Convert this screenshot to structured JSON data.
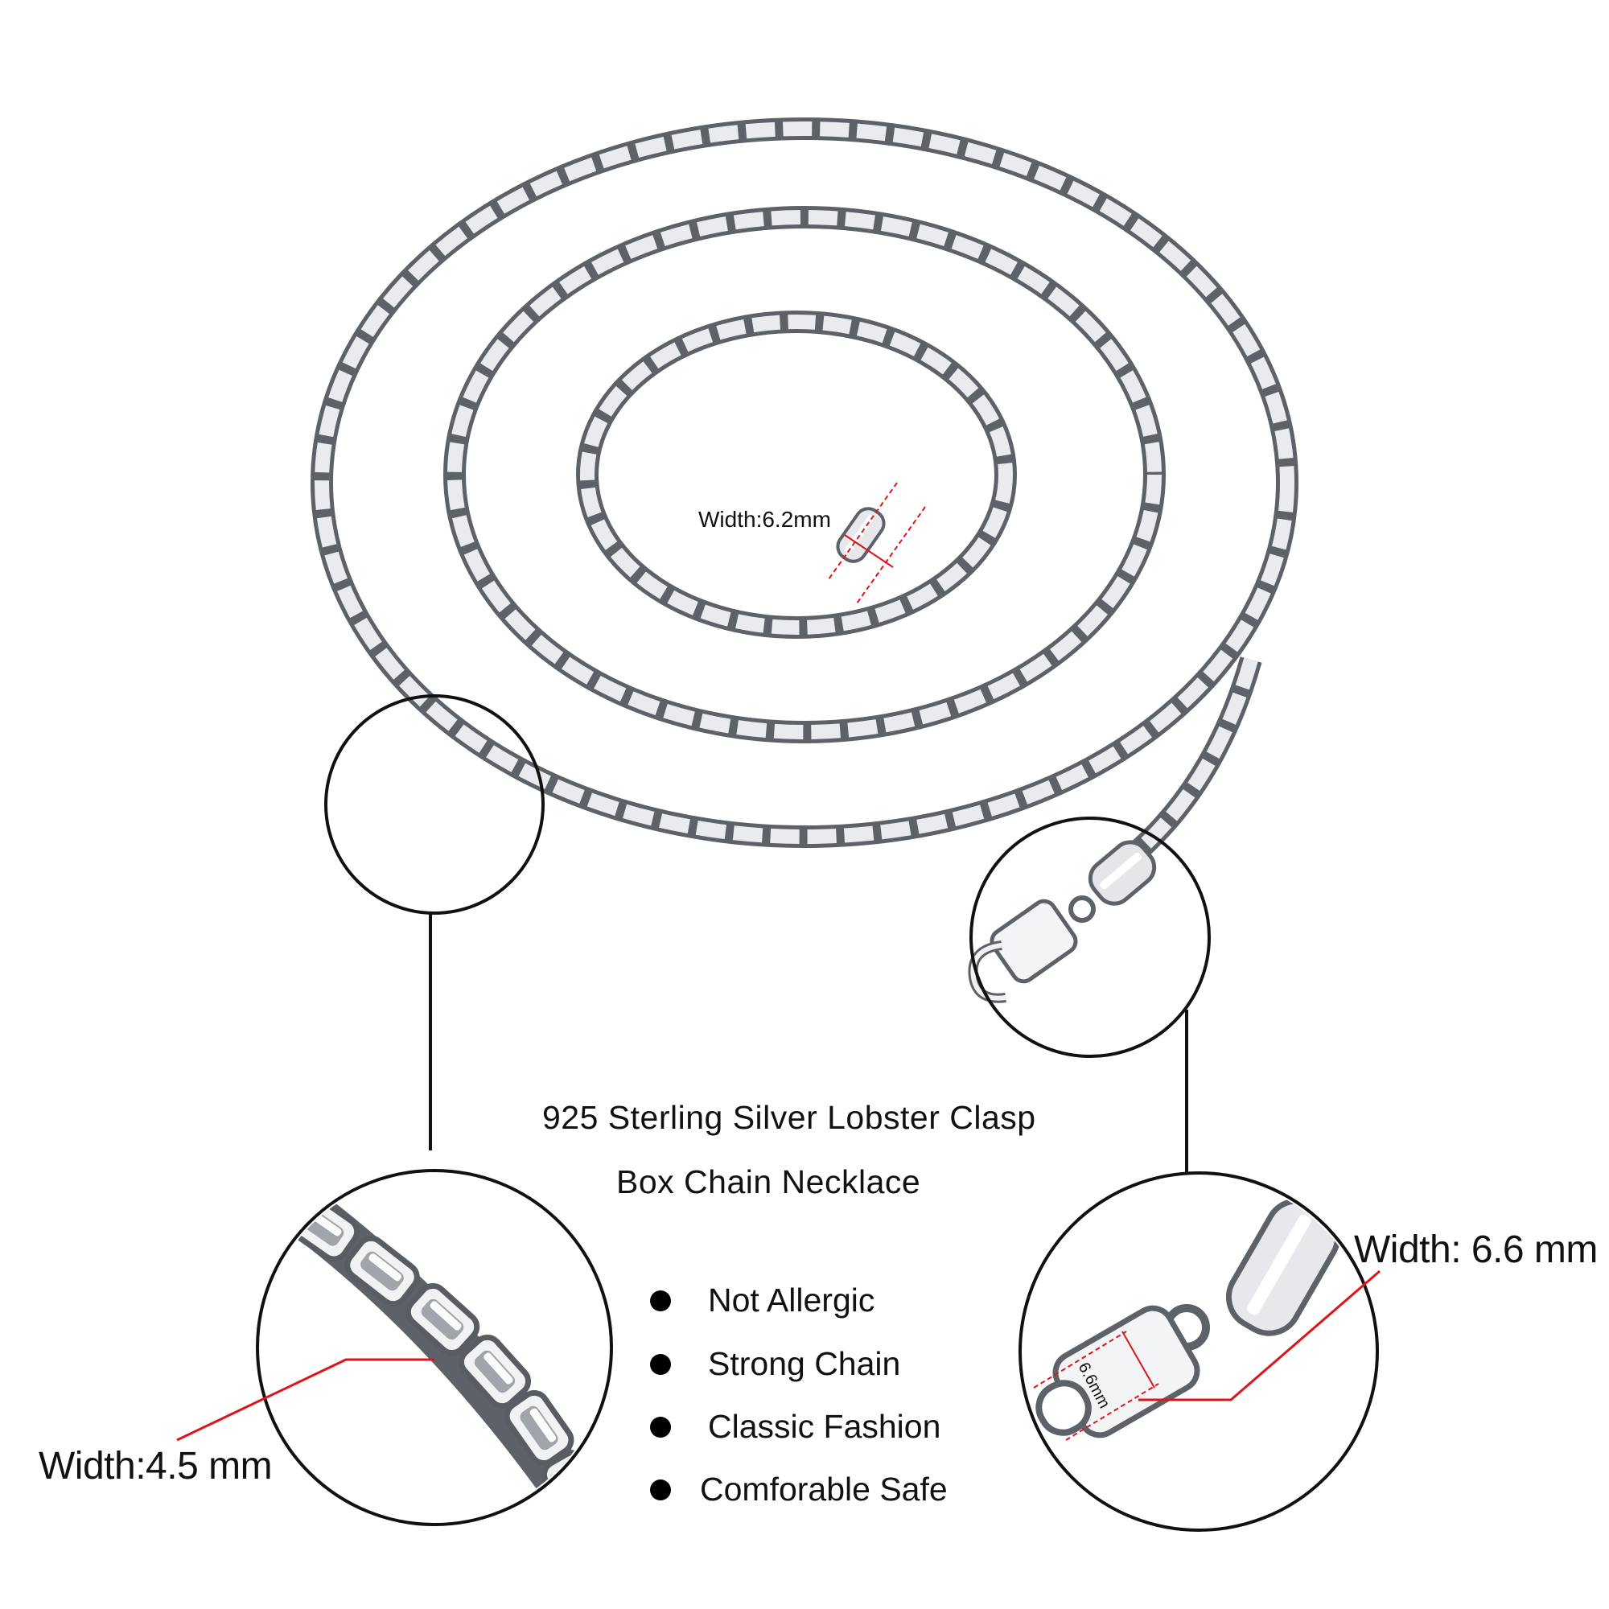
{
  "product": {
    "title_line1": "925 Sterling Silver Lobster Clasp",
    "title_line2": "Box Chain Necklace"
  },
  "features": [
    {
      "label": "Not Allergic"
    },
    {
      "label": "Strong Chain"
    },
    {
      "label": "Classic Fashion"
    },
    {
      "label": "Comforable Safe"
    }
  ],
  "measurements": {
    "clasp_width_small": "Width:6.2mm",
    "chain_width": "Width:4.5 mm",
    "clasp_width_large": "Width: 6.6 mm",
    "clasp_marking": "6.6mm"
  },
  "colors": {
    "silver": "#c9ccd0",
    "silver_highlight": "#ffffff",
    "silver_shadow": "#6f747a",
    "callout_line": "#e0131b",
    "outline": "#111111"
  }
}
